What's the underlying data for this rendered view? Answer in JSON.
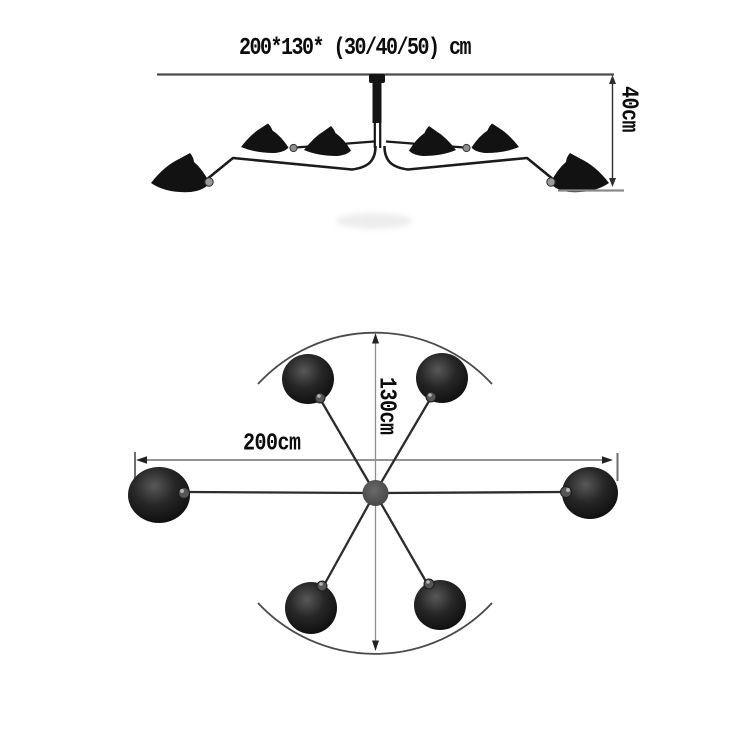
{
  "diagram": {
    "side_view": {
      "title": "200*130* (30/40/50) cm",
      "height_label": "40cm"
    },
    "plan_view": {
      "width_label": "200cm",
      "depth_label": "130cm"
    },
    "colors": {
      "background": "#ffffff",
      "ink": "#141414",
      "dimension_line": "#2e2e2e",
      "ceiling_line": "#4a4a4a",
      "metal_joint": "#9c9c9c",
      "hub_gray": "#474747"
    }
  }
}
